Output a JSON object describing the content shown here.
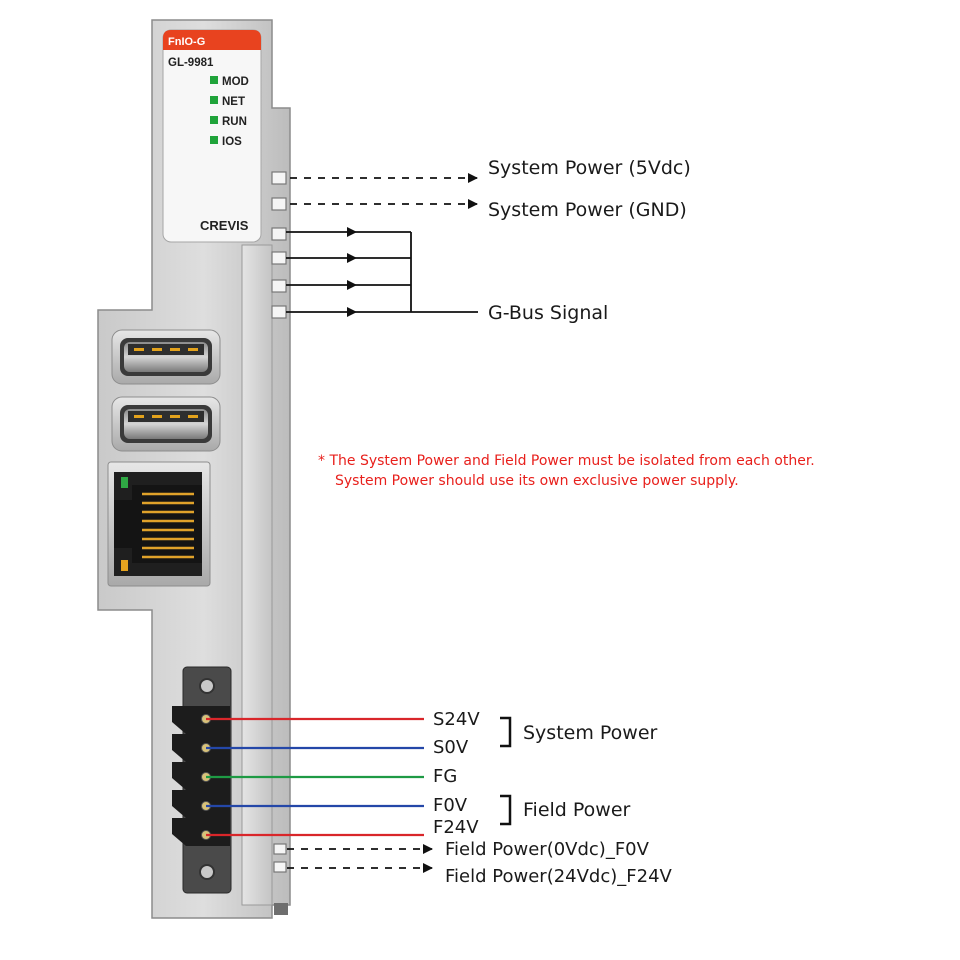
{
  "module": {
    "brand": "FnIO-G",
    "model": "GL-9981",
    "maker": "CREVIS",
    "leds": [
      "MOD",
      "NET",
      "RUN",
      "IOS"
    ],
    "led_color": "#1fa33a",
    "brand_color": "#e8431f"
  },
  "bus": {
    "system_power_5v": "System Power (5Vdc)",
    "system_power_gnd": "System Power (GND)",
    "gbus_signal": "G-Bus Signal"
  },
  "note": {
    "line1": "* The System Power and Field Power must be isolated from each other.",
    "line2": "System  Power  should use its own exclusive power supply.",
    "color": "#e8201c"
  },
  "terminals": {
    "s24v": "S24V",
    "s0v": "S0V",
    "fg": "FG",
    "f0v": "F0V",
    "f24v": "F24V",
    "system_power": "System Power",
    "field_power": "Field Power",
    "wire_colors": {
      "red": "#d9262a",
      "blue": "#2447a8",
      "green": "#1e9a44"
    }
  },
  "field_out": {
    "f0v": "Field Power(0Vdc)_F0V",
    "f24v": "Field Power(24Vdc)_F24V"
  }
}
